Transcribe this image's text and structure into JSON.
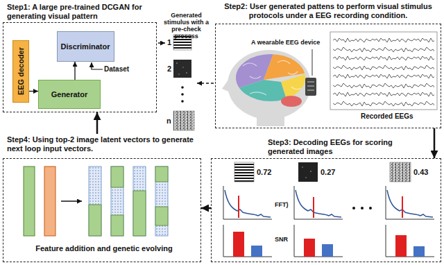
{
  "diagram": {
    "nodes": [
      {
        "text": [
          "Step1: A large pre-trained DCGAN for generating visual pattern"
        ]
      },
      {
        "text": [
          "EEG decoder"
        ],
        "in": 0
      },
      {
        "text": [
          "Discriminator"
        ],
        "in": 0
      },
      {
        "text": [
          "Generator"
        ],
        "in": 0
      },
      {
        "text": [
          "Step2: User generated pattens to perform visual stimulus protocols under a EEG recording condition."
        ]
      },
      {
        "text": [
          "Step4: Using top-2 image latent vectors to generate next loop input vectors."
        ]
      },
      {
        "text": [
          "Step3: Decoding EEGs for scoring generated images"
        ]
      }
    ],
    "edges": [
      {
        "from": 1,
        "to": 3,
        "arrow": "to"
      },
      {
        "from": 3,
        "to": 2,
        "arrow": "to"
      },
      {
        "from": 4,
        "to": 6,
        "arrow": "to"
      },
      {
        "from": 6,
        "to": 5,
        "arrow": "to"
      },
      {
        "from": 5,
        "to": 0,
        "arrow": "to"
      }
    ],
    "labels": [
      "Generated stimulus with a pre-check process",
      "1",
      "2",
      "n",
      "Dataset",
      "A wearable EEG device",
      "Recorded EEGs",
      "0.72",
      "0.27",
      "0.43",
      "FFT)",
      "SNR",
      "Feature addition and genetic evolving"
    ]
  }
}
